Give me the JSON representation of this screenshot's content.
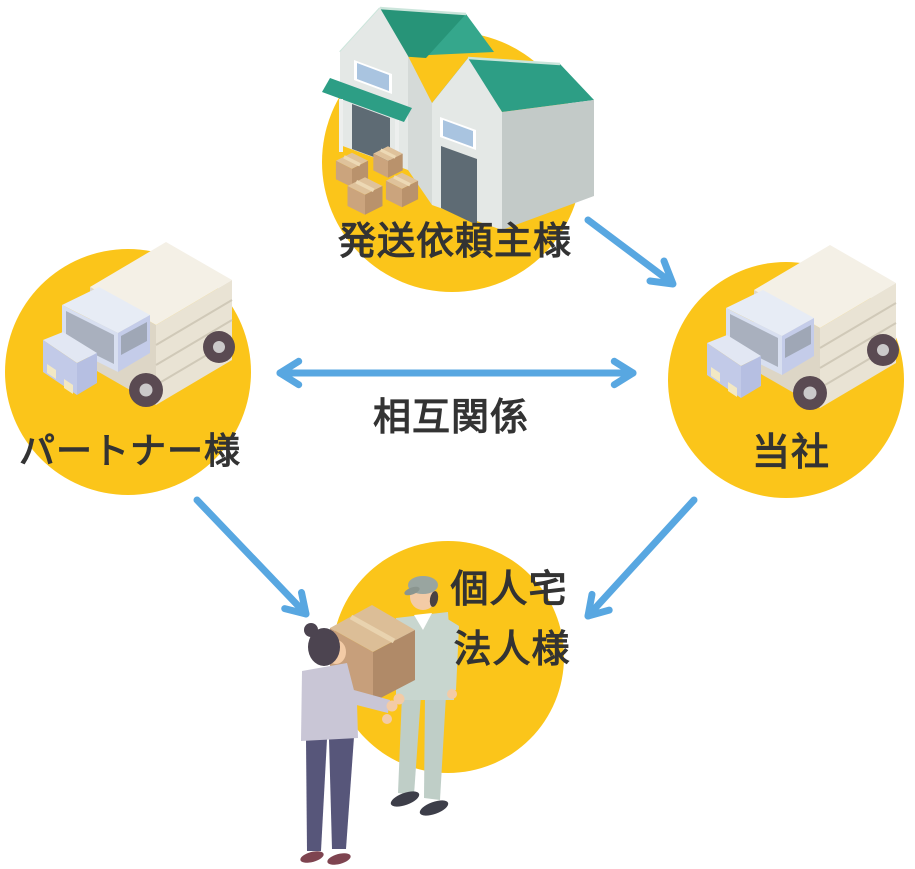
{
  "diagram": {
    "type": "relationship-diagram",
    "nodes": [
      {
        "id": "shipper",
        "label": "発送依頼主様",
        "icon": "warehouse-icon"
      },
      {
        "id": "partner",
        "label": "パートナー様",
        "icon": "truck-icon"
      },
      {
        "id": "company",
        "label": "当社",
        "icon": "truck-icon"
      },
      {
        "id": "recipient",
        "label_line1": "個人宅",
        "label_line2": "法人様",
        "icon": "delivery-handoff-icon"
      }
    ],
    "edges": [
      {
        "from": "shipper",
        "to": "company",
        "style": "arrow",
        "label": ""
      },
      {
        "from": "partner",
        "to": "company",
        "style": "double-arrow",
        "label": "相互関係"
      },
      {
        "from": "partner",
        "to": "recipient",
        "style": "arrow",
        "label": ""
      },
      {
        "from": "company",
        "to": "recipient",
        "style": "arrow",
        "label": ""
      }
    ],
    "colors": {
      "node_circle": "#FBC51A",
      "arrow_blue": "#58A7E1",
      "label_text": "#333333",
      "roof_green": "#2D9E85",
      "wall_gray": "#E4E8E6",
      "cargo_cream": "#E9E3D4",
      "cab_periwinkle": "#C4CCE9",
      "crate_tan": "#C79F7B"
    }
  }
}
